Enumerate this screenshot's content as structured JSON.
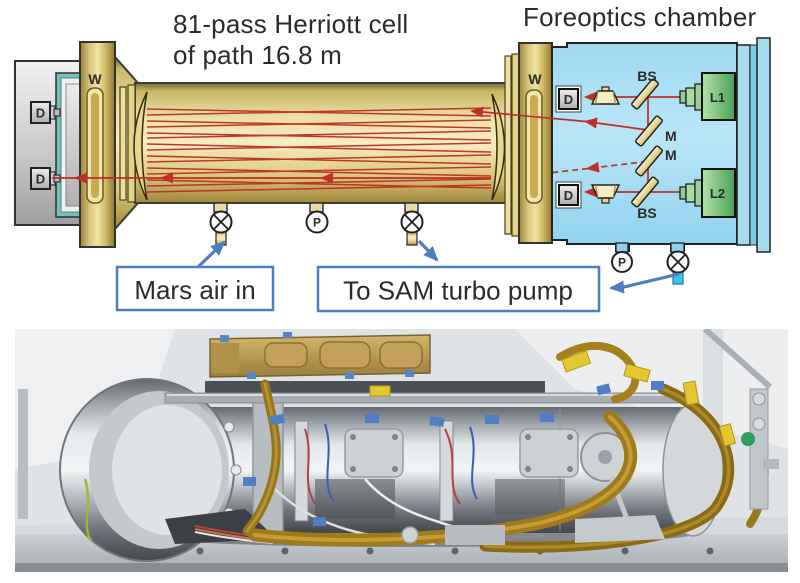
{
  "colors": {
    "accent_blue": "#4d7ec0",
    "beam_red": "#bf2e28",
    "text_dark": "#2b2b2b",
    "cell_gold": "#eadfa4",
    "flange_gold": "#d9c67c",
    "chamber_blue": "#a8ddf2",
    "laser_green": "#6db870",
    "window_teal": "#6cc4ba",
    "valve_cyan": "#35c8ea"
  },
  "diagram": {
    "title_line1": "81-pass Herriott cell",
    "title_line2": "of path 16.8 m",
    "foreoptics_title": "Foreoptics chamber",
    "labels": {
      "window": "W",
      "detector": "D",
      "beamsplitter": "BS",
      "mirror": "M",
      "pressure_gauge": "P",
      "laser1": "L1",
      "laser2": "L2"
    },
    "callouts": {
      "mars_air_in": "Mars air in",
      "to_sam_turbo_pump": "To SAM turbo pump"
    }
  }
}
